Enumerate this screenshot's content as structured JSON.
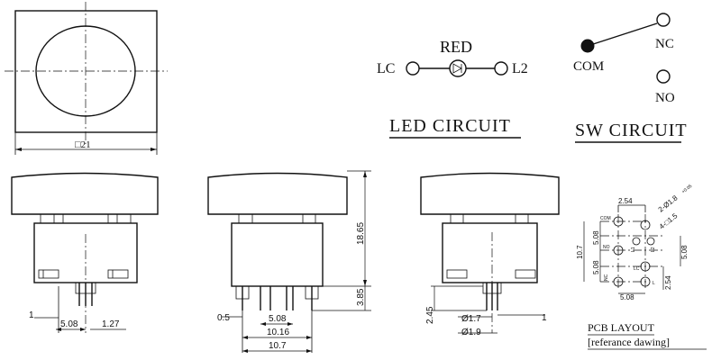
{
  "led_circuit": {
    "title": "LED CIRCUIT",
    "color_label": "RED",
    "left_terminal": "LC",
    "right_terminal": "L2"
  },
  "sw_circuit": {
    "title": "SW CIRCUIT",
    "com": "COM",
    "nc": "NC",
    "no": "NO"
  },
  "top_view": {
    "size_label": "□21"
  },
  "front_view": {
    "pin_dim_left": "1",
    "pitch": "5.08",
    "offset": "1.27"
  },
  "side_view": {
    "pin_width": "0.5",
    "pitch": "5.08",
    "span_inner": "10.16",
    "span_outer": "10.7",
    "height_total": "18.65",
    "pin_length": "3.85"
  },
  "back_view": {
    "standoff": "2.45",
    "dia_small": "Ø1.7",
    "dia_large": "Ø1.9",
    "pin_dim_right": "1"
  },
  "pcb": {
    "title": "PCB LAYOUT",
    "subtitle": "[referance dawing]",
    "dim_top": "2.54",
    "hole_note_1": "2-Ø1.8",
    "hole_note_1_sub": "+0.05",
    "hole_note_2": "4-□1.5",
    "height": "10.7",
    "left_upper": "5.08",
    "left_lower": "5.08",
    "right_upper": "5.08",
    "right_lower": "2.54",
    "bottom": "5.08",
    "pin_com": "COM",
    "pin_no": "NO",
    "pin_nc": "NC",
    "pin_l1": "L1",
    "pin_l2": "L2",
    "pin_lc": "LC",
    "pin_l": "L"
  }
}
